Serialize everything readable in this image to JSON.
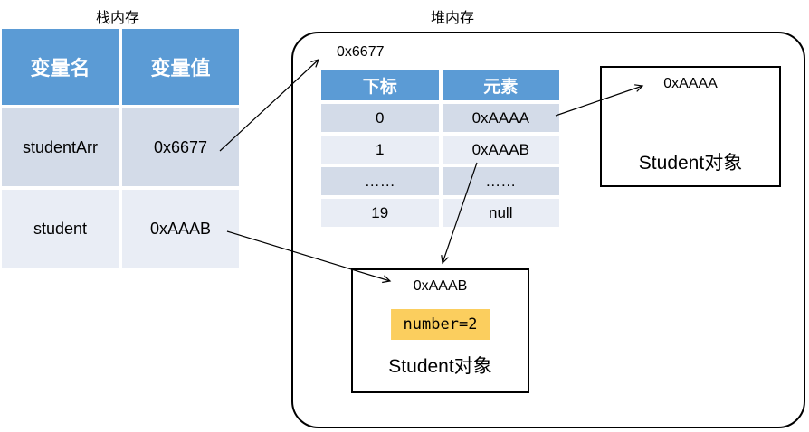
{
  "stack": {
    "title": "栈内存",
    "table": {
      "headers": [
        "变量名",
        "变量值"
      ],
      "rows": [
        [
          "studentArr",
          "0x6677"
        ],
        [
          "student",
          "0xAAAB"
        ]
      ]
    }
  },
  "heap": {
    "title": "堆内存",
    "array_address": "0x6677",
    "array_table": {
      "headers": [
        "下标",
        "元素"
      ],
      "rows": [
        [
          "0",
          "0xAAAA"
        ],
        [
          "1",
          "0xAAAB"
        ],
        [
          "……",
          "……"
        ],
        [
          "19",
          "null"
        ]
      ]
    },
    "objects": [
      {
        "address": "0xAAAA",
        "label": "Student对象"
      },
      {
        "address": "0xAAAB",
        "field": "number=2",
        "label": "Student对象"
      }
    ]
  },
  "arrows": [
    {
      "from": "stack studentArr 0x6677",
      "to": "heap array 0x6677"
    },
    {
      "from": "stack student 0xAAAB",
      "to": "heap object 0xAAAB"
    },
    {
      "from": "array element 0xAAAA",
      "to": "heap object 0xAAAA"
    },
    {
      "from": "array element 0xAAAB",
      "to": "heap object 0xAAAB"
    }
  ],
  "colors": {
    "table_header_bg": "#5B9BD5",
    "table_row_dark": "#D3DBE8",
    "table_row_light": "#E9EDF5",
    "field_highlight": "#FBCE5E",
    "line": "#000000"
  }
}
